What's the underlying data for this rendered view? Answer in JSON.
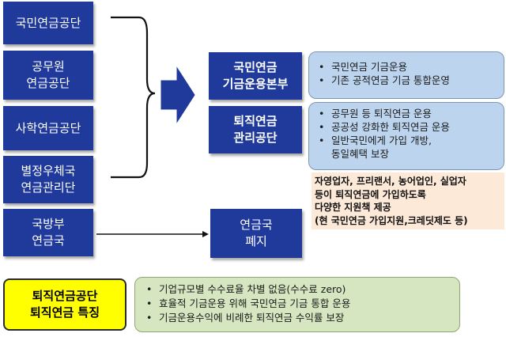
{
  "left_agencies": [
    {
      "lines": [
        "국민연금공단"
      ]
    },
    {
      "lines": [
        "공무원",
        "연금공단"
      ]
    },
    {
      "lines": [
        "사학연금공단"
      ]
    },
    {
      "lines": [
        "별정우체국",
        "연금관리단"
      ]
    }
  ],
  "mnd_agency": {
    "lines": [
      "국방부",
      "연금국"
    ]
  },
  "nps_fund_hq": {
    "lines": [
      "국민연금",
      "기금운용본부"
    ]
  },
  "nps_fund_hq_details": [
    "국민연금 기금운용",
    "기존 공적연금 기금 통합운영"
  ],
  "retirement_pension_agency": {
    "lines": [
      "퇴직연금",
      "관리공단"
    ]
  },
  "retirement_pension_details": [
    {
      "lines": [
        "공무원 등 퇴직연금 운용"
      ]
    },
    {
      "lines": [
        "공공성 강화한 퇴직연금 운용"
      ]
    },
    {
      "lines": [
        "일반국민에게 가입 개방,",
        "동일혜택 보장"
      ]
    }
  ],
  "support_note": {
    "lines": [
      "자영업자, 프리랜서, 농어업인, 실업자",
      "등이 퇴직연금에 가입하도록",
      "다양한 지원책 제공",
      "(현 국민연금 가입지원,크레딧제도 등)"
    ]
  },
  "mnd_result": {
    "lines": [
      "연금국",
      "폐지"
    ]
  },
  "features_title": {
    "lines": [
      "퇴직연금공단",
      "퇴직연금 특징"
    ]
  },
  "features": [
    "기업규모별 수수료율 차별 없음(수수료 zero)",
    "효율적 기금운용 위해 국민연금 기금 통합 운용",
    "기금운용수익에 비례한 퇴직연금 수익률 보장"
  ],
  "colors": {
    "box_blue": "#1f3a9a",
    "detail_blue": "#bcd4ee",
    "note_peach": "#fde9d8",
    "title_yellow": "#ffff00",
    "feature_green": "#d6e6c0"
  }
}
